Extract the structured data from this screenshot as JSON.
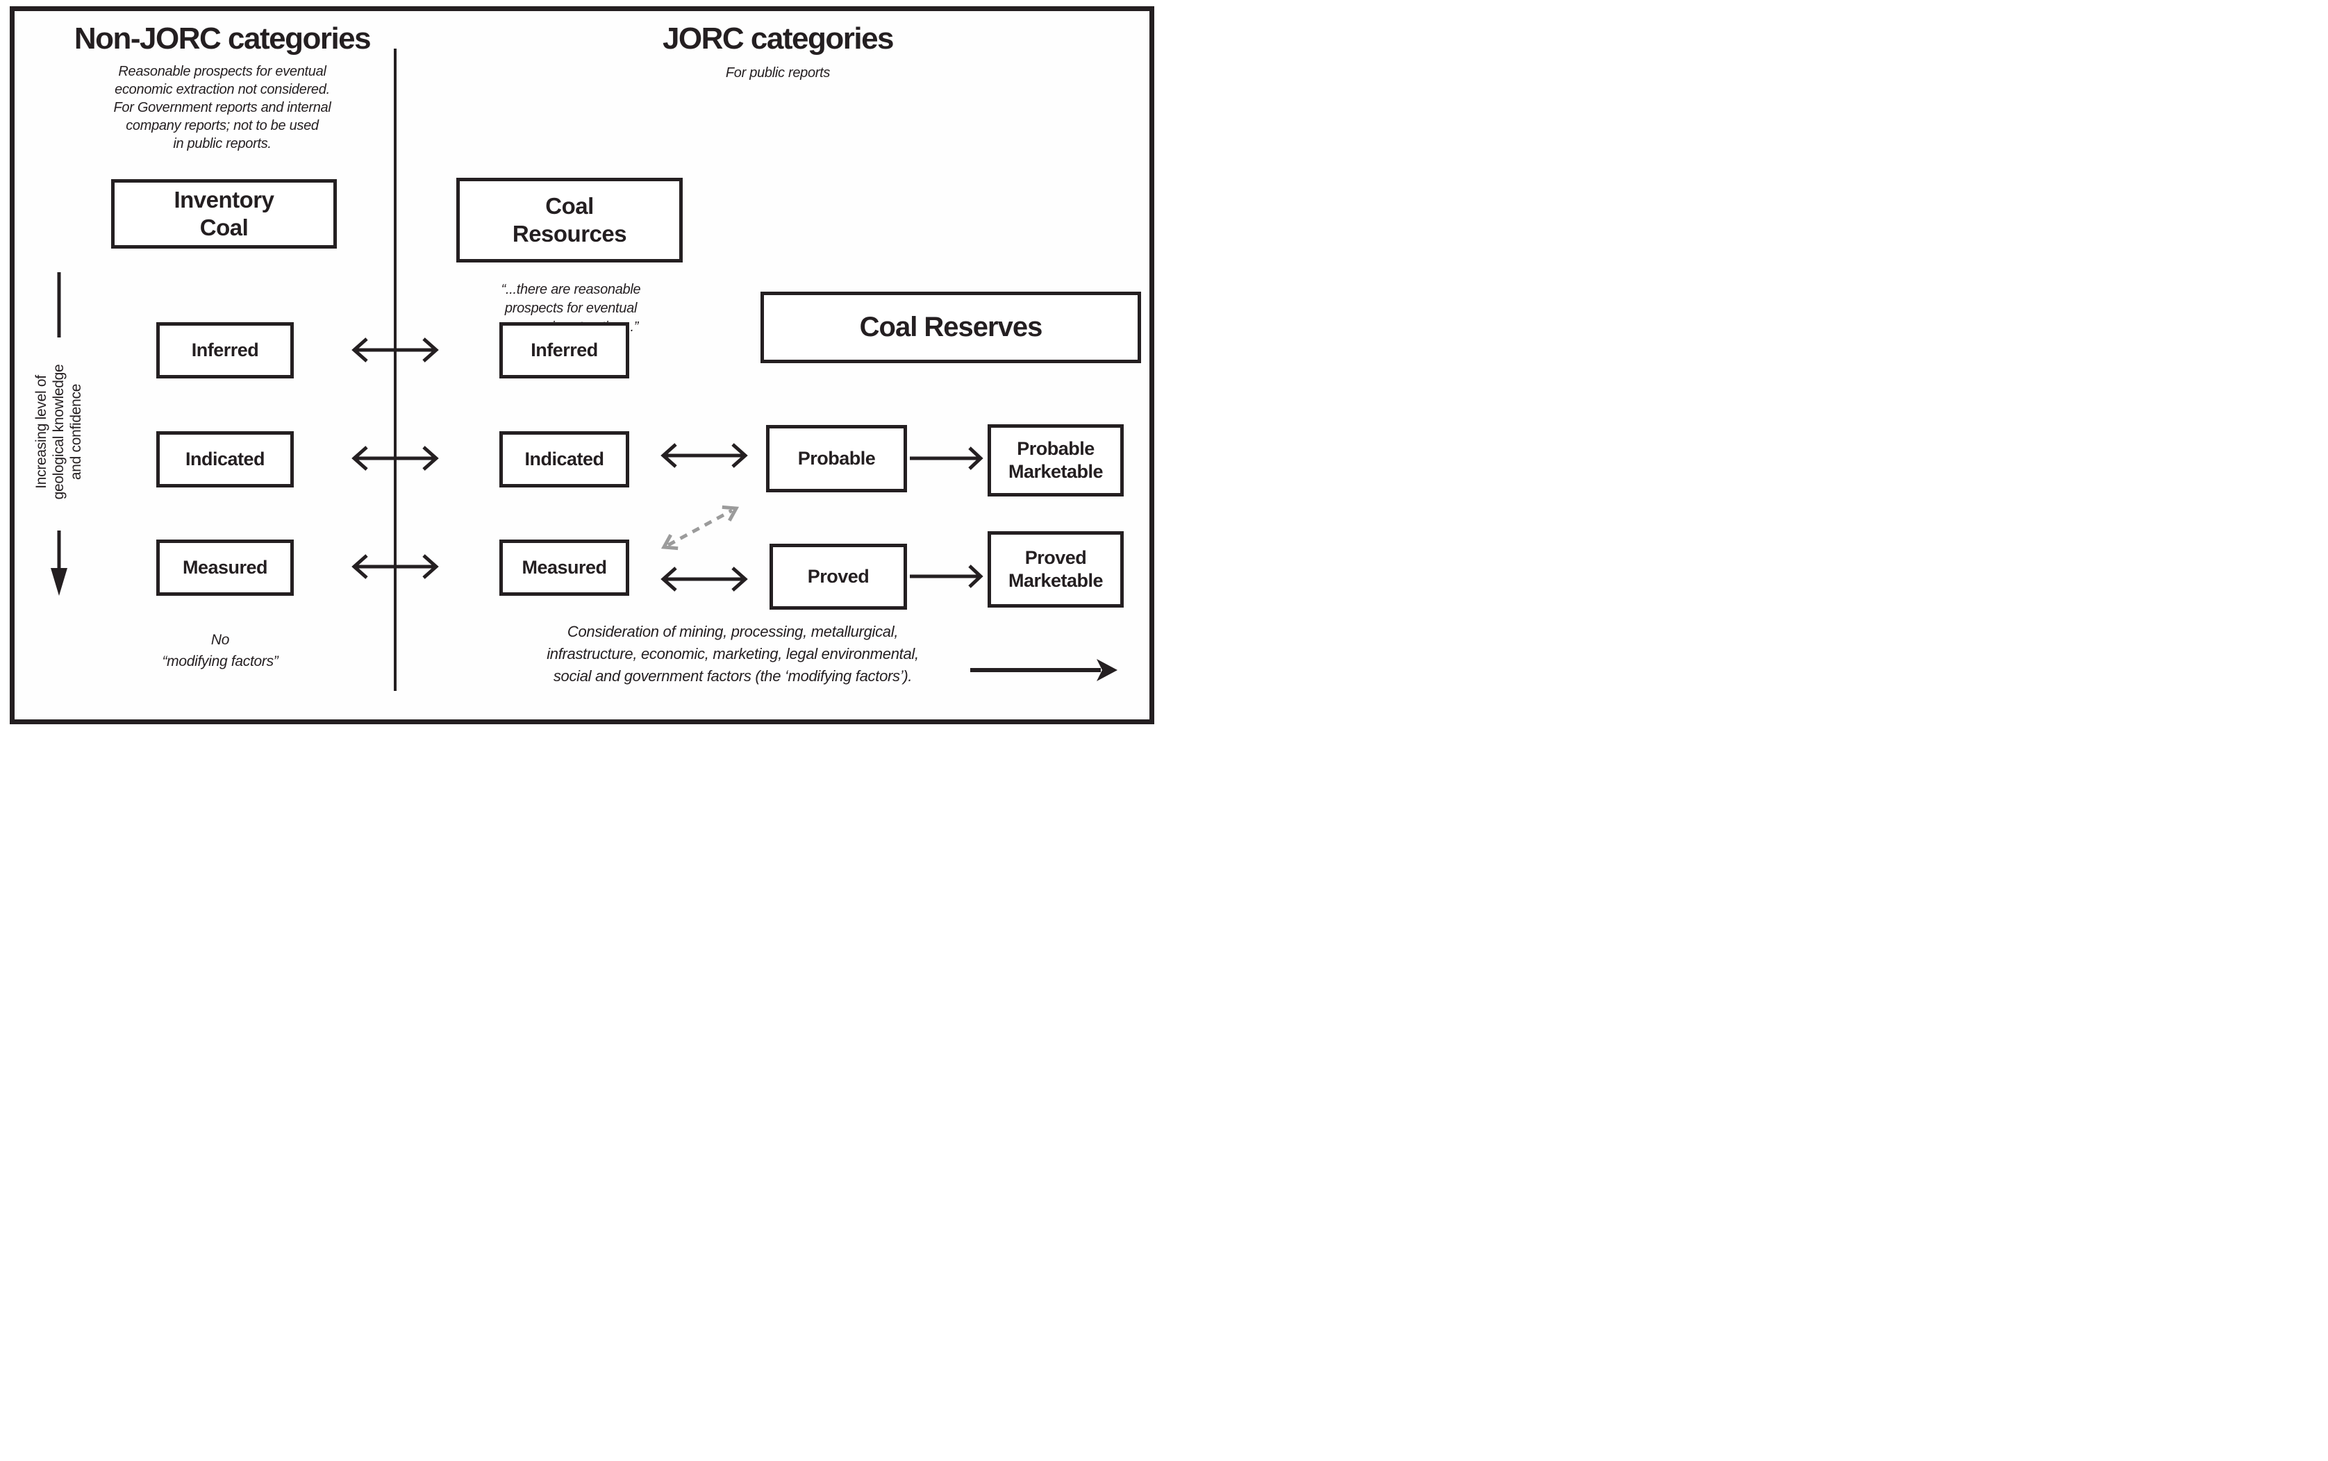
{
  "palette": {
    "ink": "#241f21",
    "gray": "#9b9b9b",
    "background": "#ffffff"
  },
  "non_jorc": {
    "title": "Non-JORC categories",
    "subtitle_lines": [
      "Reasonable prospects for eventual",
      "economic extraction not considered.",
      "For Government reports and internal",
      "company reports; not to be used",
      "in public reports."
    ],
    "inventory_coal_lines": [
      "Inventory",
      "Coal"
    ],
    "rows": [
      "Inferred",
      "Indicated",
      "Measured"
    ],
    "footnote_lines": [
      "No",
      "“modifying factors”"
    ]
  },
  "jorc": {
    "title": "JORC categories",
    "subtitle": "For public reports",
    "coal_resources_lines": [
      "Coal",
      "Resources"
    ],
    "resources_quote_lines": [
      "“...there are reasonable",
      "prospects for eventual",
      "economic extraction...”"
    ],
    "coal_reserves": "Coal Reserves",
    "resource_rows": [
      "Inferred",
      "Indicated",
      "Measured"
    ],
    "reserve_rows": [
      "Probable",
      "Proved"
    ],
    "marketable_rows": [
      {
        "line1": "Probable",
        "line2": "Marketable"
      },
      {
        "line1": "Proved",
        "line2": "Marketable"
      }
    ],
    "footnote_lines": [
      "Consideration of mining, processing, metallurgical,",
      "infrastructure, economic, marketing, legal environmental,",
      "social and government factors (the ‘modifying factors’)."
    ]
  },
  "axis": {
    "label_lines": [
      "Increasing level of",
      "geological knowledge",
      "and confidence"
    ]
  }
}
